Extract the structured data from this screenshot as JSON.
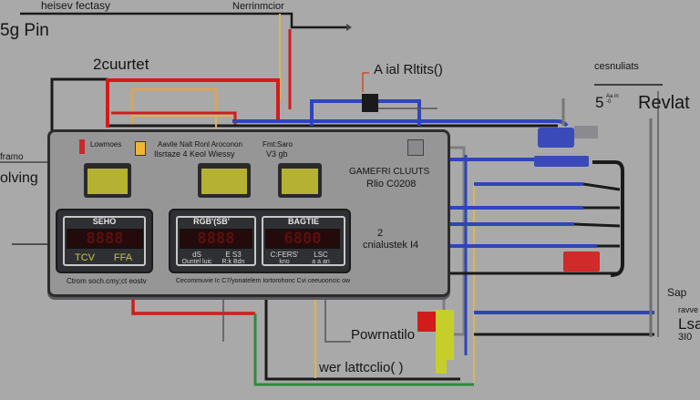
{
  "labels": {
    "top_bar": "heisev fectasy",
    "top_right_note": "Nerrinmcior",
    "pin_title": "5g Pin",
    "counter_title": "2cuurtet",
    "rail_label": "A ial Rltits()",
    "results_label": "cesnuliats",
    "relay_number": "5",
    "relay_sub": "Aa in -0",
    "relay_label": "Revlat",
    "left_note": "framo",
    "left_title": "olving",
    "panel_heading": "GAMEFRI CLUUTS",
    "panel_code": "Rlio C0208",
    "panel_count": "2",
    "panel_cluster": "cnialustek I4",
    "power_label": "Powrnatilo",
    "wire_label": "wer lattcclio( )",
    "sap_label": "Sap",
    "load_small": "ravve",
    "load_label": "Lsadl",
    "load_code": "3I0"
  },
  "panel": {
    "lcd_labels": [
      {
        "text": "Lowmoes",
        "sub": ""
      },
      {
        "text": "Aavile Nalt Ronl Aroconon",
        "sub": "Ilsrtaze 4   Keol   Wiessy"
      },
      {
        "text": "Fmt:Saro",
        "sub": "V3 gb"
      }
    ],
    "meters": [
      {
        "title": "SEHO",
        "reading": "8888",
        "left_unit": "TCV",
        "right_unit": "FFA"
      },
      {
        "title": "RGB'(SB'",
        "reading": "8888",
        "left_unit": "dS",
        "left_sub": "Ountel luic",
        "right_unit": "E S3",
        "right_sub": "R:k Bdn"
      },
      {
        "title": "BAGTIE",
        "reading": "6800",
        "left_unit": "C:FERS'",
        "left_sub": "kno",
        "right_unit": "LSC",
        "right_sub": "a a an"
      }
    ],
    "footer_left": "Ctrom soch.cmy;ct eostv",
    "footer_right": "Cecommuvie Ic  C7/yonatelem Iortorohonc Cvi ceeuooncic ow"
  },
  "colors": {
    "background": "#a9a9aa",
    "panel": "#969697",
    "wire_red": "#d21b1b",
    "wire_blue": "#2f45b8",
    "wire_black": "#141414",
    "wire_yellow": "#d9b45a",
    "wire_green": "#2f8a3a",
    "lcd_green": "#b5b233",
    "seg_red": "#5a1010"
  }
}
